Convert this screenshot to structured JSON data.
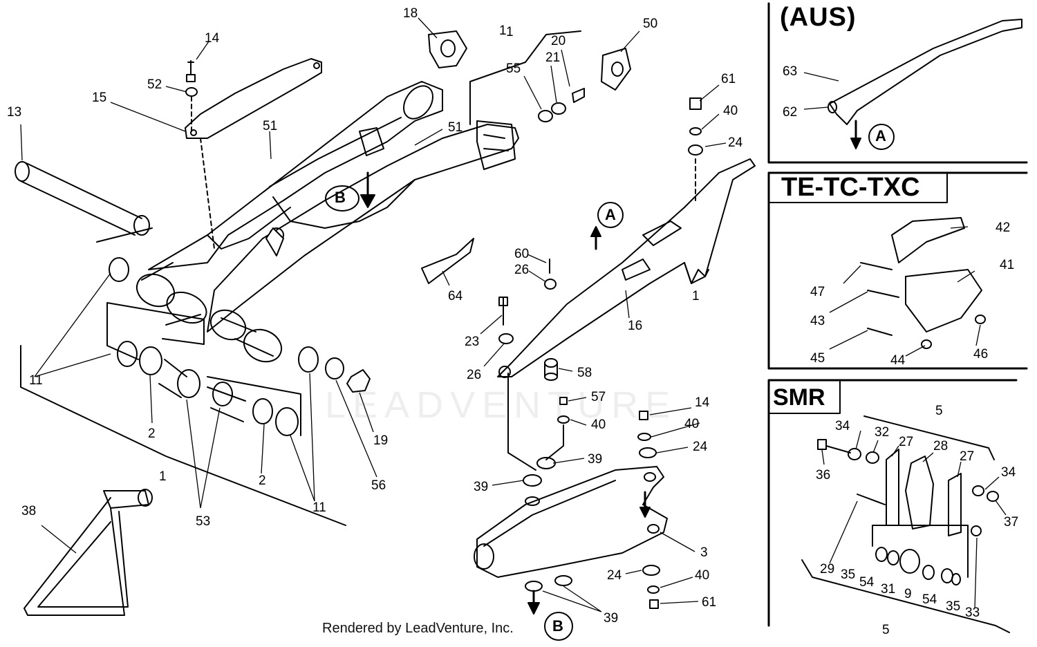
{
  "sections": {
    "aus": "(AUS)",
    "te": "TE-TC-TXC",
    "smr": "SMR"
  },
  "footer": "Rendered by LeadVenture, Inc.",
  "watermark": "LEADVENTURE",
  "callout_letters": [
    "A",
    "B"
  ],
  "part_numbers": {
    "main": [
      "13",
      "14",
      "52",
      "15",
      "18",
      "1",
      "50",
      "20",
      "21",
      "55",
      "51",
      "51",
      "61",
      "40",
      "24",
      "B",
      "A",
      "60",
      "26",
      "64",
      "16",
      "23",
      "26",
      "58",
      "57",
      "40",
      "14",
      "40",
      "24",
      "39",
      "39",
      "3",
      "24",
      "40",
      "61",
      "39",
      "B",
      "11",
      "2",
      "53",
      "2",
      "11",
      "56",
      "19",
      "1",
      "38",
      "1",
      "1"
    ],
    "aus": [
      "63",
      "62",
      "A"
    ],
    "te": [
      "42",
      "41",
      "47",
      "43",
      "45",
      "44",
      "46"
    ],
    "smr": [
      "5",
      "34",
      "32",
      "27",
      "28",
      "27",
      "34",
      "36",
      "37",
      "29",
      "35",
      "54",
      "31",
      "9",
      "54",
      "35",
      "33",
      "5"
    ]
  },
  "colors": {
    "line": "#000000",
    "background": "#ffffff"
  }
}
